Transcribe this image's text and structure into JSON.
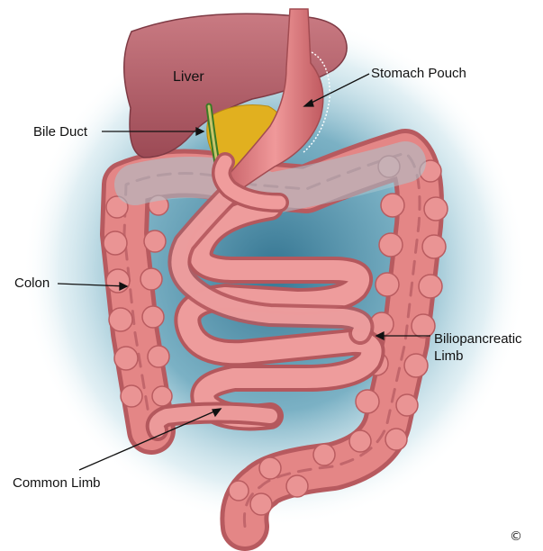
{
  "figure": {
    "labels": {
      "liver": "Liver",
      "stomach_pouch": "Stomach Pouch",
      "bile_duct": "Bile Duct",
      "colon": "Colon",
      "biliopancreatic_limb_line1": "Biliopancreatic",
      "biliopancreatic_limb_line2": "Limb",
      "common_limb": "Common Limb"
    },
    "copyright": "©"
  },
  "colors": {
    "glow": "#3f8aa6",
    "liver": "#b5616b",
    "intestine": "#e98c8c",
    "intestine_dark": "#b85a5e",
    "fat": "#e3b21e",
    "bile_duct": "#3d7a2a"
  }
}
